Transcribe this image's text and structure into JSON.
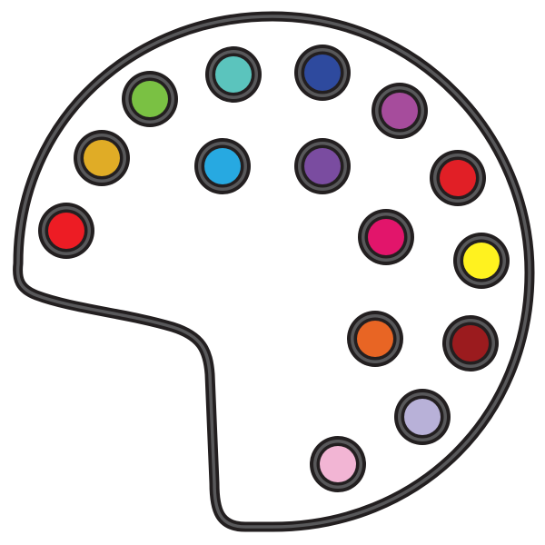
{
  "palette": {
    "outline_color": "#231f20",
    "inner_line_color": "#58585a",
    "background": "#ffffff",
    "wells": [
      {
        "name": "red",
        "color": "#ed1c24"
      },
      {
        "name": "gold",
        "color": "#e0ac26"
      },
      {
        "name": "green",
        "color": "#7ac143"
      },
      {
        "name": "teal",
        "color": "#5bc4bd"
      },
      {
        "name": "navy",
        "color": "#2e4a9e"
      },
      {
        "name": "magenta-purple",
        "color": "#a64c9c"
      },
      {
        "name": "sky-blue",
        "color": "#27a9e1"
      },
      {
        "name": "violet",
        "color": "#7a4ca0"
      },
      {
        "name": "crimson",
        "color": "#e11f26"
      },
      {
        "name": "pink-red",
        "color": "#e2156b"
      },
      {
        "name": "yellow",
        "color": "#fff21f"
      },
      {
        "name": "orange",
        "color": "#e86524"
      },
      {
        "name": "dark-red",
        "color": "#9b1b1e"
      },
      {
        "name": "lavender",
        "color": "#b8b1d8"
      },
      {
        "name": "light-pink",
        "color": "#f2b5d4"
      }
    ]
  }
}
